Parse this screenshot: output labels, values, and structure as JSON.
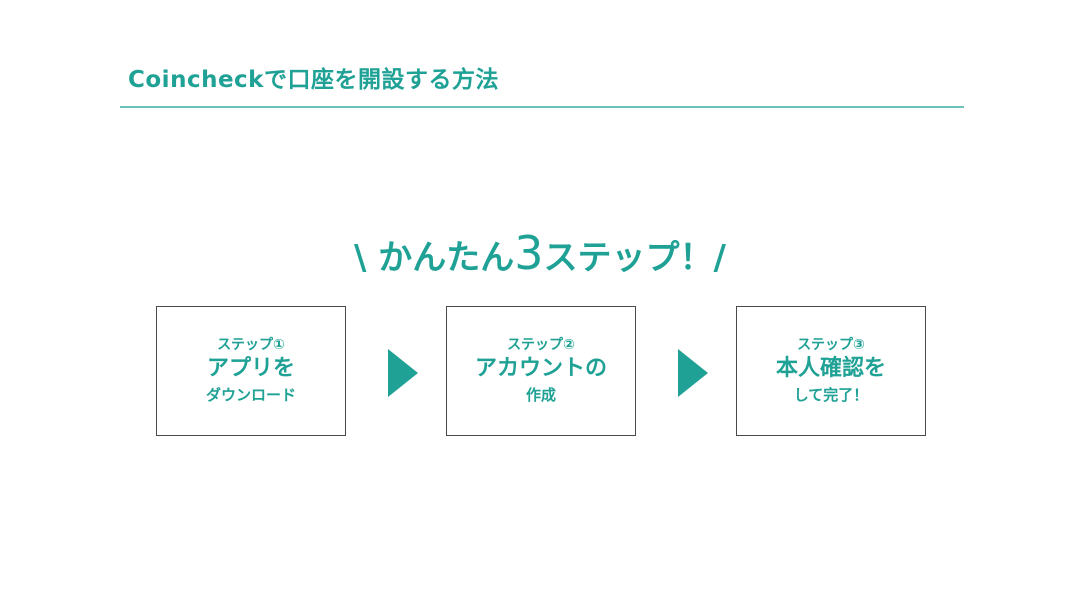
{
  "slide": {
    "title": "Coincheckで口座を開設する方法",
    "headline": {
      "prefix": "\\ かんたん",
      "number": "3",
      "suffix": "ステップ！/"
    },
    "accent_color": "#1fa195",
    "steps": [
      {
        "label": "ステップ①",
        "main": "アプリを",
        "sub": "ダウンロード"
      },
      {
        "label": "ステップ②",
        "main": "アカウントの",
        "sub": "作成"
      },
      {
        "label": "ステップ③",
        "main": "本人確認を",
        "sub": "して完了！"
      }
    ],
    "arrow_icon": "triangle-right-icon"
  }
}
